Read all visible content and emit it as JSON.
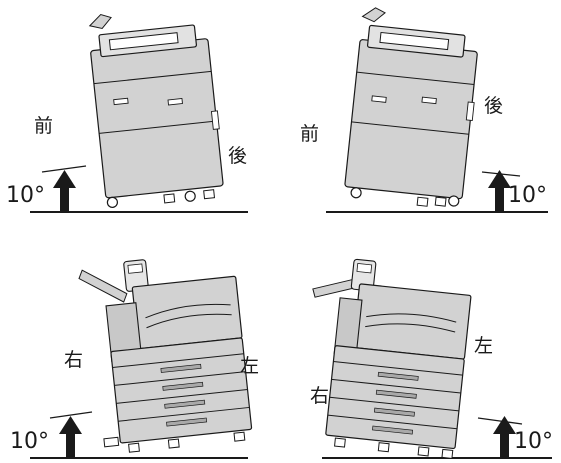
{
  "panels": [
    {
      "id": "front-raised",
      "angle_label": "10°",
      "labels": [
        "前",
        "後"
      ]
    },
    {
      "id": "rear-raised",
      "angle_label": "10°",
      "labels": [
        "前",
        "後"
      ]
    },
    {
      "id": "right-raised",
      "angle_label": "10°",
      "labels": [
        "右",
        "左"
      ]
    },
    {
      "id": "left-raised",
      "angle_label": "10°",
      "labels": [
        "右",
        "左"
      ]
    }
  ],
  "colors": {
    "body": "#d2d2d2",
    "body_dark": "#a9a9a9",
    "line": "#1a1a1a",
    "ground": "#1a1a1a"
  }
}
